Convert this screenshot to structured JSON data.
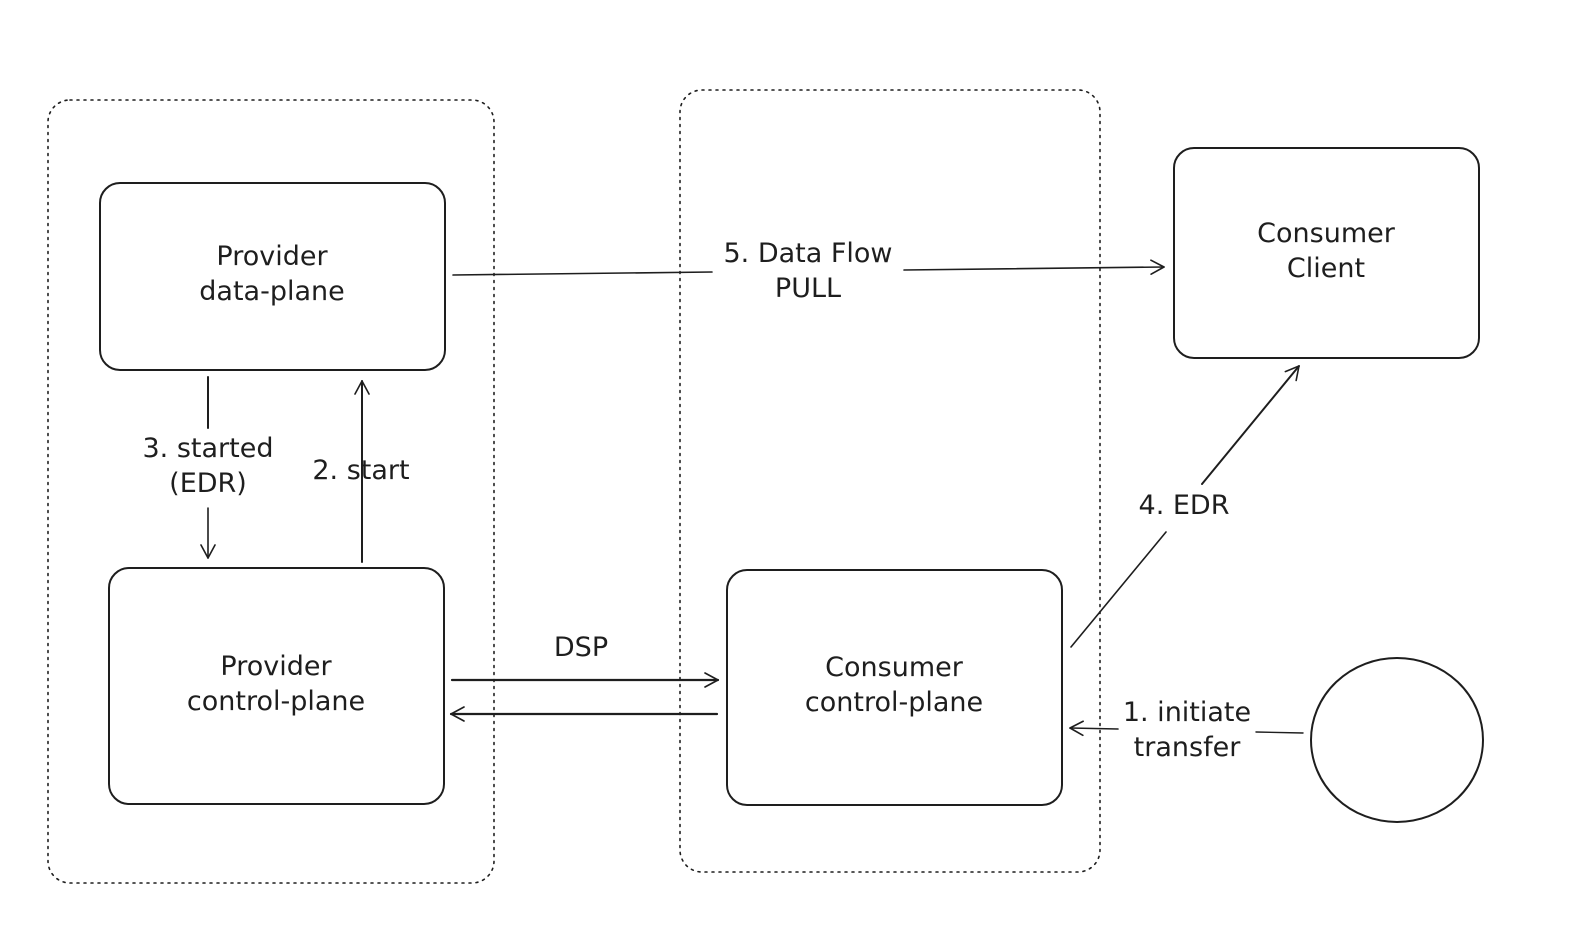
{
  "nodes": {
    "provider_data_plane": {
      "line1": "Provider",
      "line2": "data-plane"
    },
    "provider_control_plane": {
      "line1": "Provider",
      "line2": "control-plane"
    },
    "consumer_control_plane": {
      "line1": "Consumer",
      "line2": "control-plane"
    },
    "consumer_client": {
      "line1": "Consumer",
      "line2": "Client"
    }
  },
  "edges": {
    "initiate_transfer": {
      "line1": "1. initiate",
      "line2": "transfer"
    },
    "start": {
      "line1": "2. start"
    },
    "started_edr": {
      "line1": "3. started",
      "line2": "(EDR)"
    },
    "edr": {
      "line1": "4. EDR"
    },
    "data_flow_pull": {
      "line1": "5. Data Flow",
      "line2": "PULL"
    },
    "dsp": {
      "line1": "DSP"
    }
  },
  "colors": {
    "stroke": "#1e1e1e",
    "background": "#ffffff"
  }
}
